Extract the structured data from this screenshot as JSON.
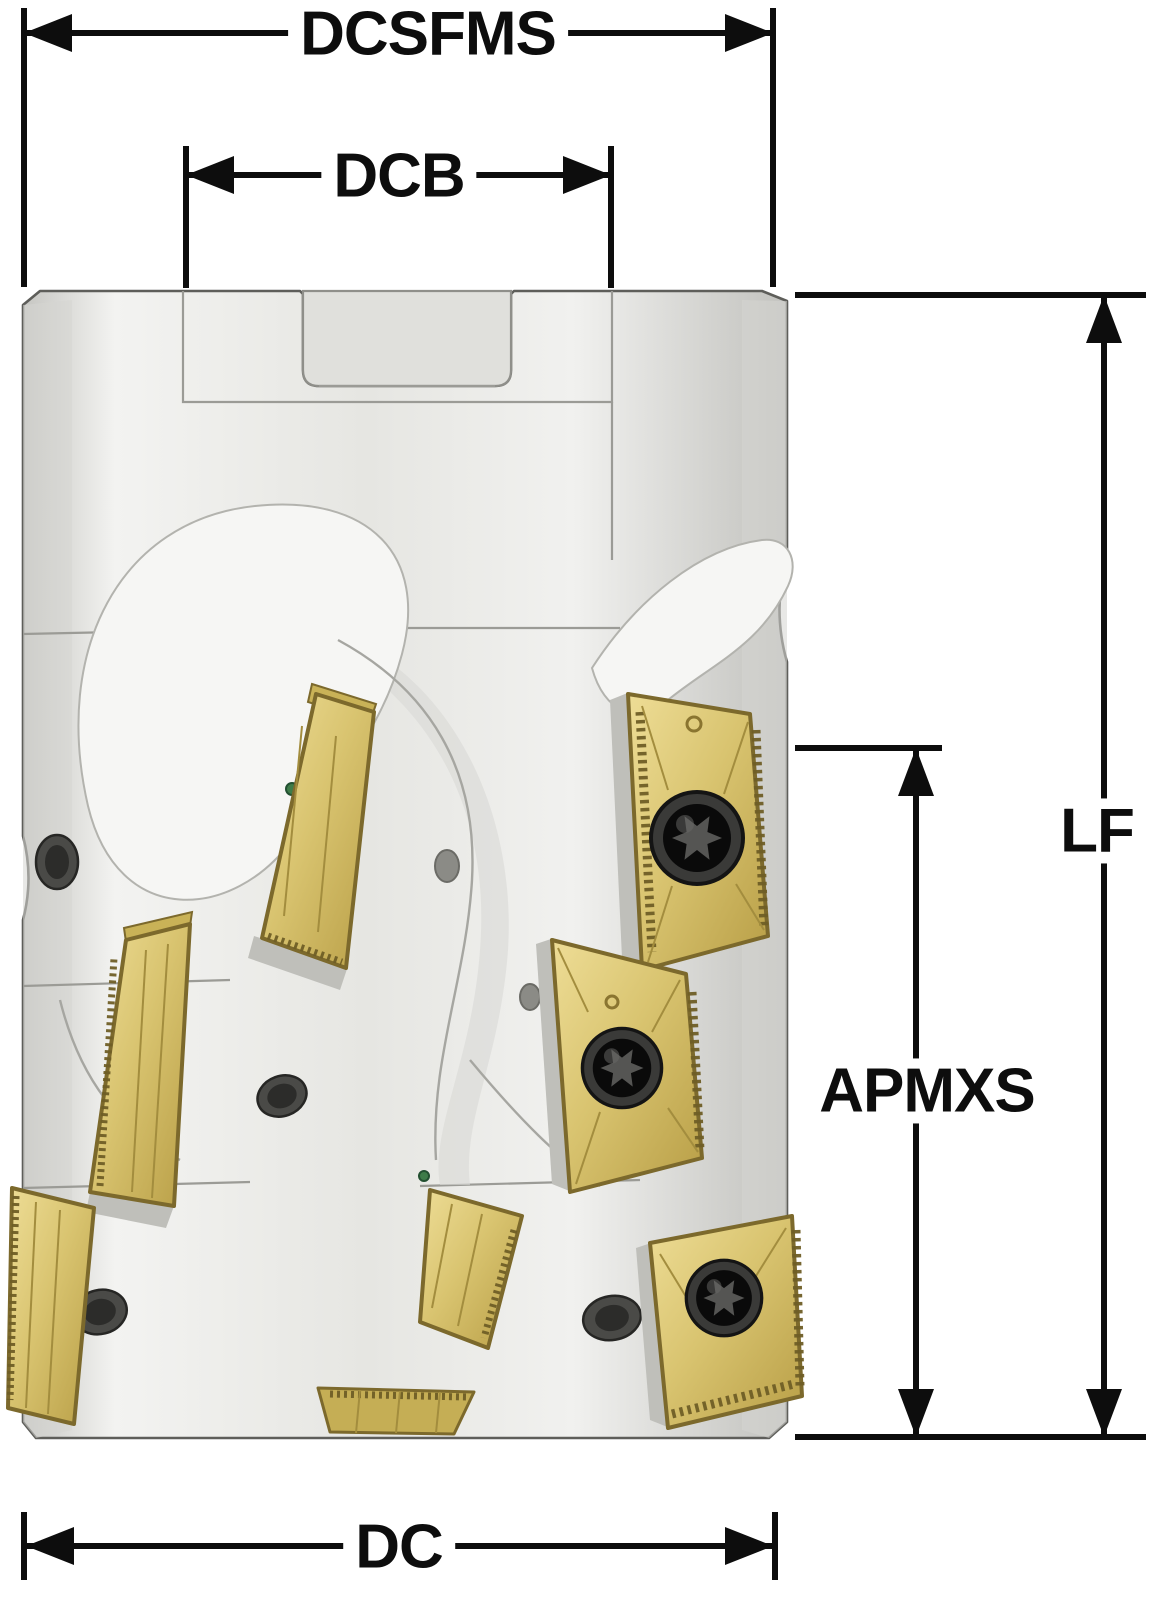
{
  "figure": {
    "type": "technical-dimension-diagram",
    "subject": "indexable shoulder milling cutter with gold carbide inserts",
    "dimensions": {
      "dcsfms": "DCSFMS",
      "dcb": "DCB",
      "lf": "LF",
      "apmxs": "APMXS",
      "dc": "DC"
    },
    "colors": {
      "line": "#0d0d0d",
      "background": "#ffffff",
      "body_light": "#f3f3f1",
      "body_mid": "#e6e6e2",
      "body_dark": "#c2c2be",
      "insert_gold": "#d9c470",
      "insert_gold_dark": "#7c692c",
      "screw_dark": "#2c2c2a"
    }
  }
}
